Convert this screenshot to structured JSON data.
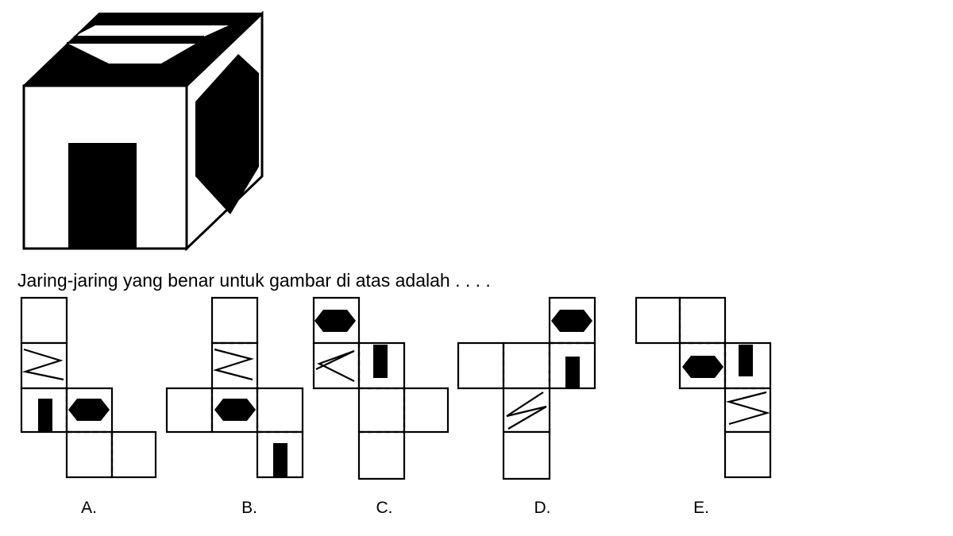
{
  "question": {
    "text": "Jaring-jaring yang benar untuk gambar di atas adalah . . . ."
  },
  "options": [
    {
      "label": "A."
    },
    {
      "label": "B."
    },
    {
      "label": "C."
    },
    {
      "label": "D."
    },
    {
      "label": "E."
    }
  ],
  "colors": {
    "ink": "#000000",
    "paper": "#ffffff"
  }
}
